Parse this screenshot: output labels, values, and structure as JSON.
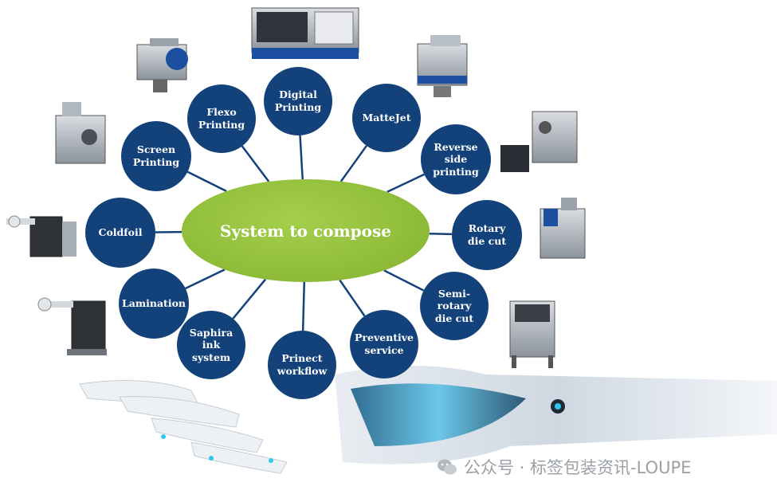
{
  "center": {
    "label": "System to compose"
  },
  "nodes": [
    {
      "id": "digital-printing",
      "label": "Digital\nPrinting"
    },
    {
      "id": "mattejet",
      "label": "MatteJet"
    },
    {
      "id": "reverse-side-printing",
      "label": "Reverse\nside\nprinting"
    },
    {
      "id": "rotary-die-cut",
      "label": "Rotary\ndie cut"
    },
    {
      "id": "semi-rotary-die-cut",
      "label": "Semi-rotary\ndie cut"
    },
    {
      "id": "preventive-service",
      "label": "Preventive\nservice"
    },
    {
      "id": "prinect-workflow",
      "label": "Prinect\nworkflow"
    },
    {
      "id": "saphira-ink-system",
      "label": "Saphira ink\nsystem"
    },
    {
      "id": "lamination",
      "label": "Lamination"
    },
    {
      "id": "coldfoil",
      "label": "Coldfoil"
    },
    {
      "id": "screen-printing",
      "label": "Screen\nPrinting"
    },
    {
      "id": "flexo-printing",
      "label": "Flexo\nPrinting"
    }
  ],
  "colors": {
    "node": "#13427a",
    "center": "#8dbb38",
    "connector": "#13427a"
  },
  "watermark": {
    "text": "公众号 · 标签包装资讯-LOUPE",
    "icon": "wechat-icon"
  }
}
